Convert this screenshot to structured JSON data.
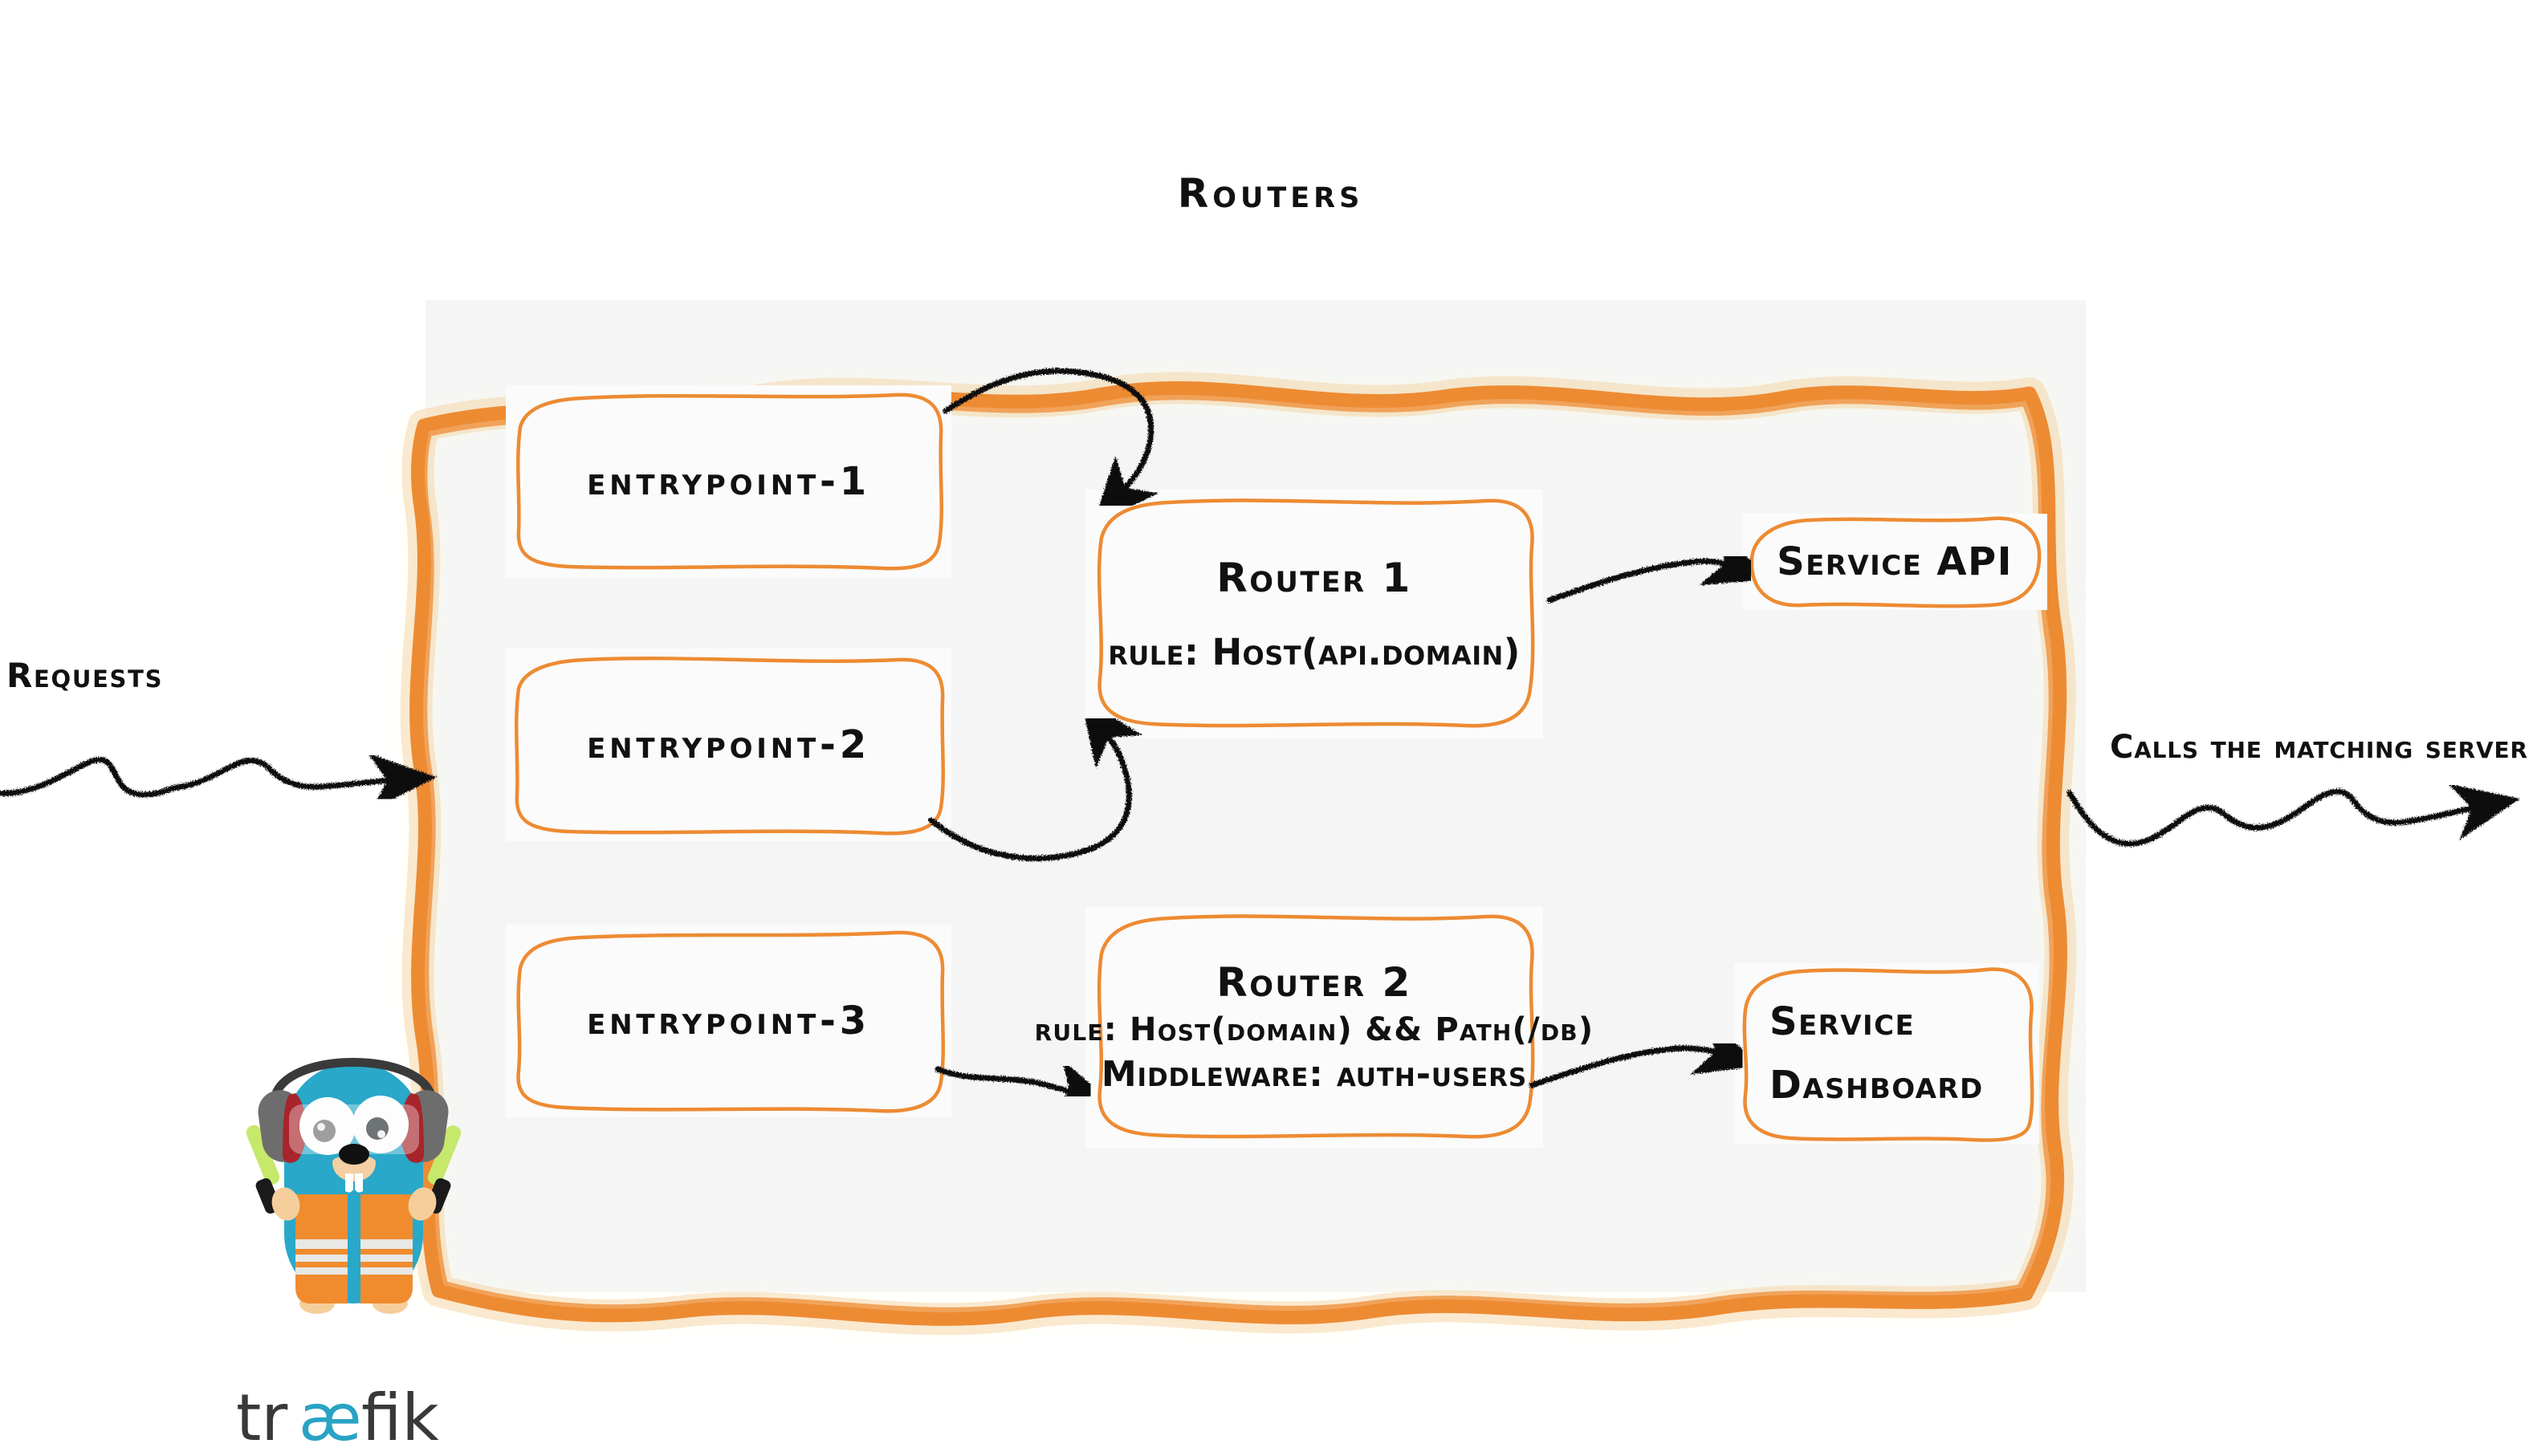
{
  "diagram": {
    "title": "Routers",
    "container_label": "Routers"
  },
  "entrypoints": [
    {
      "label": "entrypoint-1"
    },
    {
      "label": "entrypoint-2"
    },
    {
      "label": "entrypoint-3"
    }
  ],
  "routers": [
    {
      "title": "Router 1",
      "rule": "rule: Host(api.domain)"
    },
    {
      "title": "Router 2",
      "rule": "rule: Host(domain) && Path(/db)",
      "middleware": "Middleware: auth-users"
    }
  ],
  "services": [
    {
      "label": "Service API"
    },
    {
      "line1": "Service",
      "line2": "Dashboard"
    }
  ],
  "annotations": {
    "incoming": "Requests",
    "outgoing": "Calls the matching server"
  },
  "brand": {
    "wordmark_left": "tr",
    "wordmark_ligature": "æ",
    "wordmark_right": "fik",
    "accent_orange": "#ED8B33",
    "accent_cyan": "#29A3C4",
    "ink": "#111111",
    "panel": "#F5F5F5",
    "wordmark_dark": "#37393A"
  }
}
